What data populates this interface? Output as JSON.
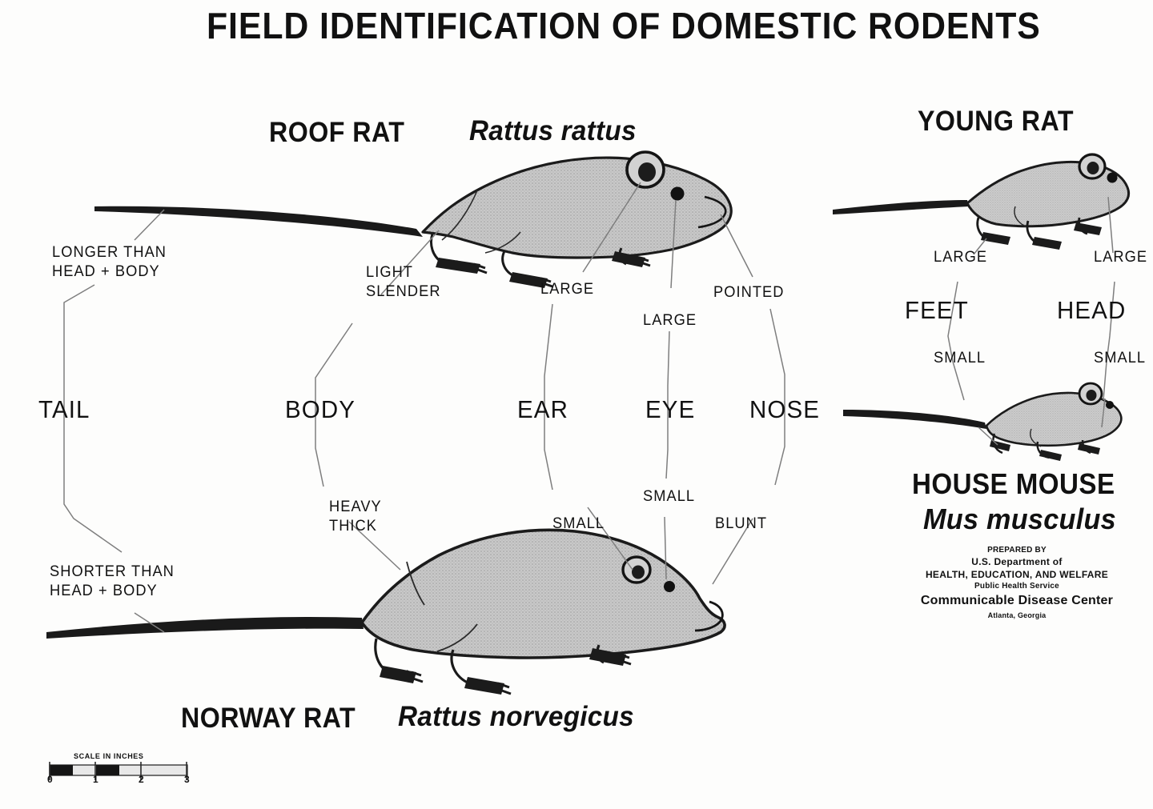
{
  "poster": {
    "title": "FIELD IDENTIFICATION OF DOMESTIC RODENTS",
    "background_color": "#fdfdfc",
    "ink_color": "#111111",
    "leader_color": "#808080"
  },
  "species": {
    "roof_rat": {
      "common": "ROOF RAT",
      "latin": "Rattus rattus"
    },
    "norway_rat": {
      "common": "NORWAY RAT",
      "latin": "Rattus norvegicus"
    },
    "young_rat": {
      "common": "YOUNG RAT",
      "latin": ""
    },
    "house_mouse": {
      "common": "HOUSE MOUSE",
      "latin": "Mus musculus"
    }
  },
  "comparison": {
    "features": [
      {
        "name": "TAIL",
        "roof_rat": "LONGER THAN\nHEAD + BODY",
        "norway_rat": "SHORTER THAN\nHEAD + BODY"
      },
      {
        "name": "BODY",
        "roof_rat": "LIGHT\nSLENDER",
        "norway_rat": "HEAVY\nTHICK"
      },
      {
        "name": "EAR",
        "roof_rat": "LARGE",
        "norway_rat": "SMALL"
      },
      {
        "name": "EYE",
        "roof_rat": "LARGE",
        "norway_rat": "SMALL"
      },
      {
        "name": "NOSE",
        "roof_rat": "POINTED",
        "norway_rat": "BLUNT"
      }
    ]
  },
  "right_comparison": {
    "features": [
      {
        "name": "FEET",
        "young_rat": "LARGE",
        "house_mouse": "SMALL"
      },
      {
        "name": "HEAD",
        "young_rat": "LARGE",
        "house_mouse": "SMALL"
      }
    ]
  },
  "credits": {
    "line1": "PREPARED BY",
    "line2": "U.S. Department of",
    "line3": "HEALTH, EDUCATION, AND WELFARE",
    "line4": "Public Health Service",
    "line5": "Communicable Disease Center",
    "line6": "Atlanta, Georgia"
  },
  "scale_bar": {
    "caption": "SCALE IN INCHES",
    "ticks": [
      "0",
      "1",
      "2",
      "3"
    ]
  }
}
